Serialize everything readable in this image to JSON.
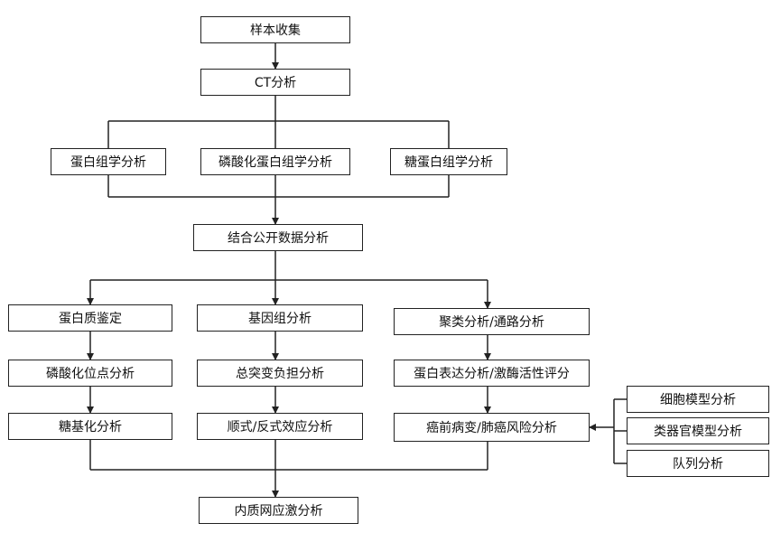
{
  "nodes": {
    "sample": "样本收集",
    "ct": "CT分析",
    "proteome": "蛋白组学分析",
    "phospho_proteome": "磷酸化蛋白组学分析",
    "glyco_proteome": "糖蛋白组学分析",
    "public_data": "结合公开数据分析",
    "protein_id": "蛋白质鉴定",
    "genome": "基因组分析",
    "cluster_pathway": "聚类分析/通路分析",
    "phospho_site": "磷酸化位点分析",
    "mutation_burden": "总突变负担分析",
    "expression_enzyme": "蛋白表达分析/激酶活性评分",
    "glycosylation": "糖基化分析",
    "cis_trans": "顺式/反式效应分析",
    "precancer_risk": "癌前病变/肺癌风险分析",
    "cell_model": "细胞模型分析",
    "organoid_model": "类器官模型分析",
    "cohort": "队列分析",
    "er_stress": "内质网应激分析"
  }
}
